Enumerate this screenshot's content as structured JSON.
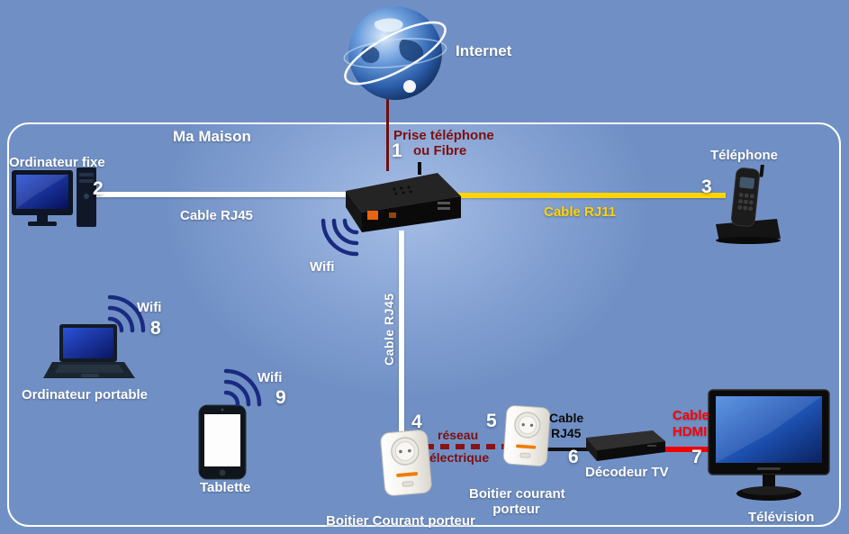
{
  "internet": {
    "label": "Internet"
  },
  "house": {
    "title": "Ma Maison"
  },
  "labels": {
    "prise_line1": "Prise téléphone",
    "prise_line2": "ou Fibre",
    "ordinateur_fixe": "Ordinateur fixe",
    "telephone": "Téléphone",
    "wifi_router": "Wifi",
    "wifi_laptop": "Wifi",
    "wifi_tablet": "Wifi",
    "ordinateur_portable": "Ordinateur portable",
    "tablette": "Tablette",
    "boitier1": "Boitier Courant porteur",
    "boitier2_line1": "Boitier courant",
    "boitier2_line2": "porteur",
    "decodeur": "Décodeur TV",
    "television": "Télévision",
    "reseau_line1": "réseau",
    "reseau_line2": "électrique"
  },
  "cables": {
    "rj45_left": "Cable RJ45",
    "rj11": "Cable RJ11",
    "rj45_vertical": "Cable RJ45",
    "rj45_small_line1": "Cable",
    "rj45_small_line2": "RJ45",
    "hdmi_line1": "Cable",
    "hdmi_line2": "HDMI"
  },
  "numbers": {
    "n1": "1",
    "n2": "2",
    "n3": "3",
    "n4": "4",
    "n5": "5",
    "n6": "6",
    "n7": "7",
    "n8": "8",
    "n9": "9"
  },
  "colors": {
    "background": "#7090c5",
    "dark_red": "#7e0f0f",
    "cable_yellow": "#ffd400",
    "cable_red": "#ff0000",
    "cable_white": "#ffffff",
    "wifi_arcs": "#1a2a80",
    "adapter_orange": "#ef7d00"
  }
}
